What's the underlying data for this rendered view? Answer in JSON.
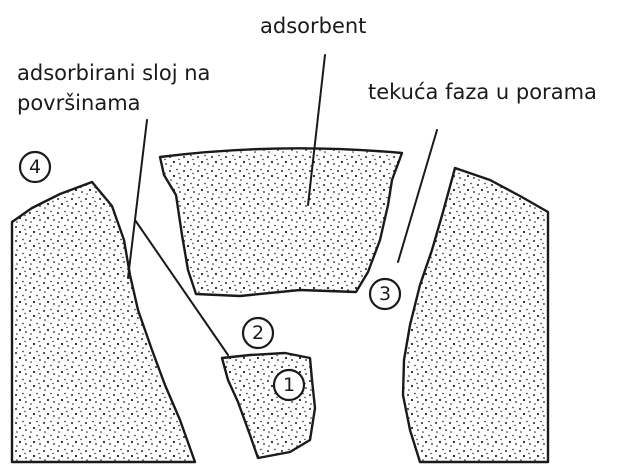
{
  "labels": {
    "adsorbent": "adsorbent",
    "adsorbed_layer_line1": "adsorbirani sloj na",
    "adsorbed_layer_line2": "površinama",
    "liquid_phase": "tekuća faza u porama"
  },
  "markers": [
    "1",
    "2",
    "3",
    "4"
  ],
  "colors": {
    "ink": "#1a1a1a",
    "background": "#ffffff"
  }
}
